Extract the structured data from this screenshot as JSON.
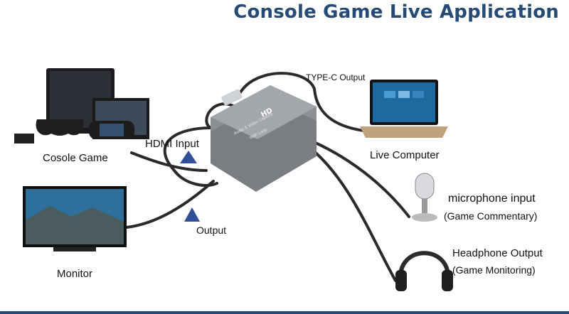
{
  "title": "Console Game Live Application",
  "labels": {
    "typec": "TYPE-C Output",
    "console": "Cosole Game",
    "hdmi_in": "HDMI Input",
    "live_pc": "Live Computer",
    "mic": "microphone input",
    "mic_sub": "(Game Commentary)",
    "output": "Output",
    "monitor": "Monitor",
    "headphone": "Headphone Output",
    "headphone_sub": "(Game Monitoring)"
  },
  "device": {
    "badge": "HD",
    "text1": "Audio & Video Capture",
    "text2": "With Loop"
  },
  "colors": {
    "title": "#244a75",
    "device": "#8c8f94",
    "arrow": "#2f4f96",
    "cable": "#2a2a2a"
  }
}
